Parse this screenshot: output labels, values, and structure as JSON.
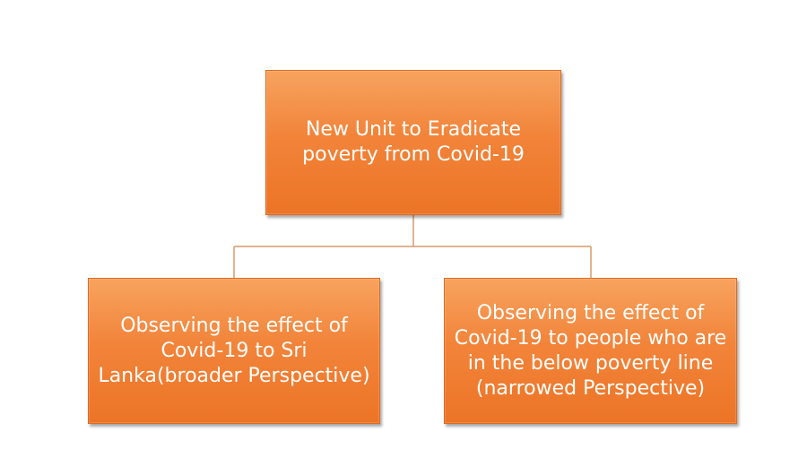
{
  "diagram": {
    "root": {
      "text": "New Unit to Eradicate poverty from Covid-19"
    },
    "children": [
      {
        "text": "Observing the effect of Covid-19 to Sri Lanka(broader Perspective)"
      },
      {
        "text": "Observing the effect of Covid-19 to people who are in the below poverty line (narrowed Perspective)"
      }
    ],
    "colors": {
      "node_fill": "#f2843a",
      "node_border": "#e06a1e",
      "node_text": "#ffffff",
      "connector": "#f0b48a"
    }
  }
}
